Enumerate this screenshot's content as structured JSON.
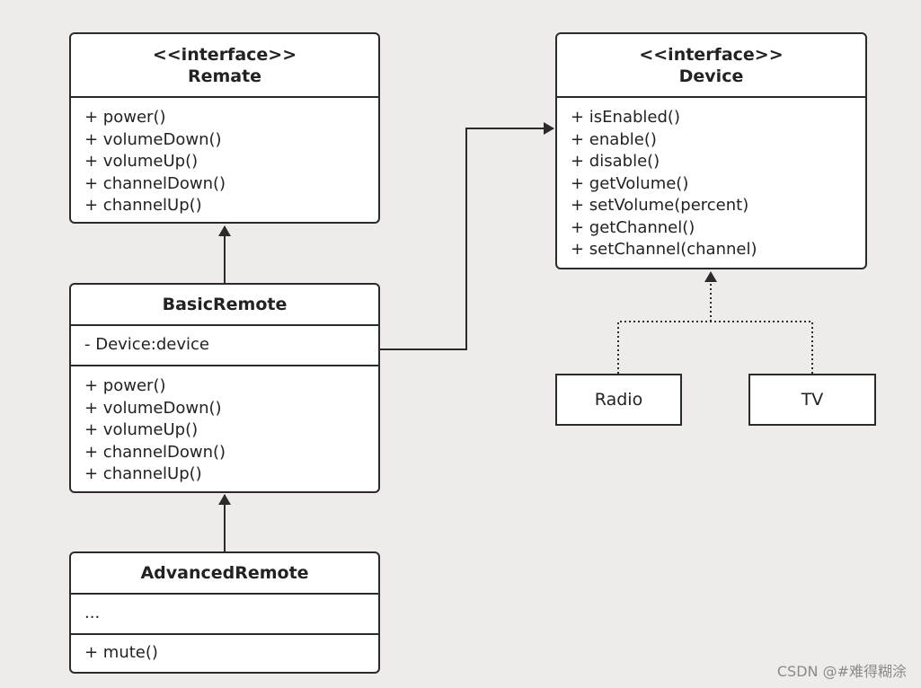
{
  "classes": {
    "remate": {
      "stereotype": "<<interface>>",
      "name": "Remate",
      "methods": [
        "+ power()",
        "+ volumeDown()",
        "+ volumeUp()",
        "+ channelDown()",
        "+ channelUp()"
      ]
    },
    "device": {
      "stereotype": "<<interface>>",
      "name": "Device",
      "methods": [
        "+ isEnabled()",
        "+ enable()",
        "+ disable()",
        "+ getVolume()",
        "+ setVolume(percent)",
        "+ getChannel()",
        "+ setChannel(channel)"
      ]
    },
    "basic_remote": {
      "name": "BasicRemote",
      "attributes": [
        "- Device:device"
      ],
      "methods": [
        "+ power()",
        "+ volumeDown()",
        "+ volumeUp()",
        "+ channelDown()",
        "+ channelUp()"
      ]
    },
    "advanced_remote": {
      "name": "AdvancedRemote",
      "attributes": [
        "..."
      ],
      "methods": [
        "+ mute()"
      ]
    },
    "radio": {
      "name": "Radio"
    },
    "tv": {
      "name": "TV"
    }
  },
  "watermark": "CSDN @#难得糊涂",
  "colors": {
    "background": "#efebeb",
    "line": "#2b2b2b",
    "box_fill": "#ffffff"
  }
}
